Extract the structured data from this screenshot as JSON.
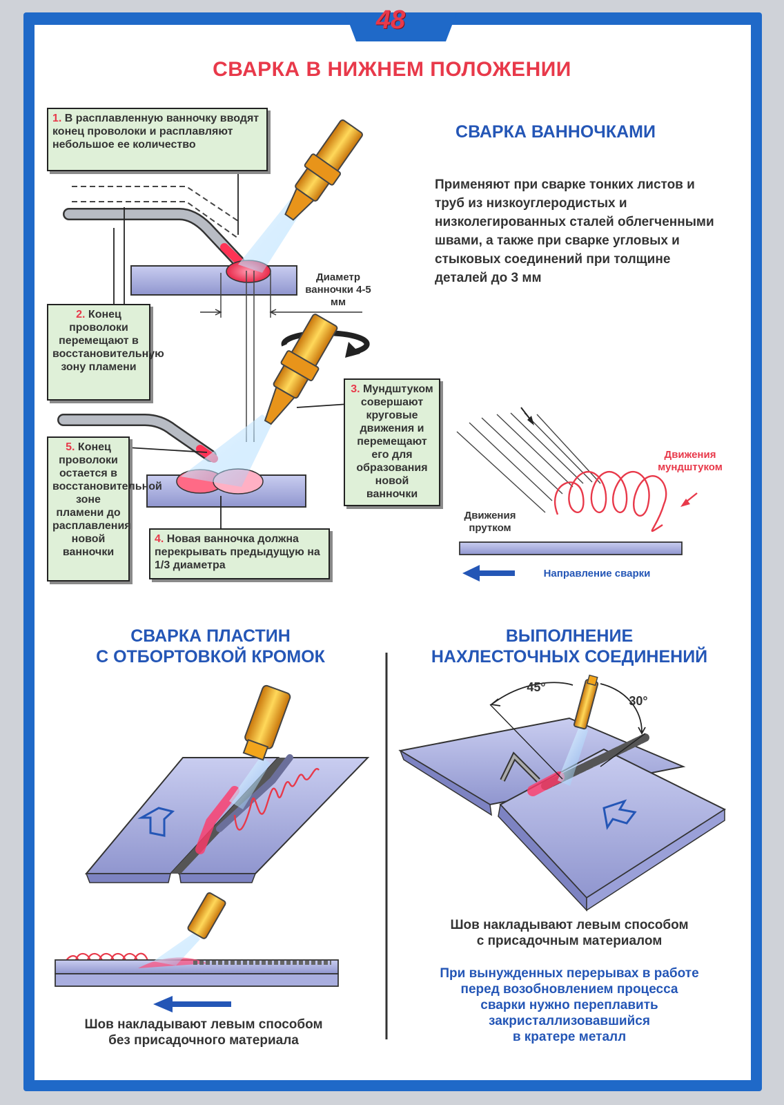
{
  "page_number": "48",
  "title": "СВАРКА В НИЖНЕМ ПОЛОЖЕНИИ",
  "section_pool": {
    "heading": "СВАРКА ВАННОЧКАМИ",
    "text": "Применяют при сварке тонких листов и труб из низкоуглеродистых и низколегированных сталей облегченными швами, а также при сварке угловых и стыковых соединений при толщине деталей до 3 мм"
  },
  "steps": [
    {
      "num": "1.",
      "text": "В расплавленную ванночку вводят конец проволоки и расплавляют небольшое ее количество"
    },
    {
      "num": "2.",
      "text": "Конец проволоки перемещают в восстановительную зону пламени"
    },
    {
      "num": "3.",
      "text": "Мундштуком совершают круговые движения и перемещают его для образования новой ванночки"
    },
    {
      "num": "4.",
      "text": "Новая ванночка должна перекрывать предыдущую на 1/3 диаметра"
    },
    {
      "num": "5.",
      "text": "Конец проволоки остается в восстановительной зоне пламени до расплавления новой ванночки"
    }
  ],
  "diameter_label": "Диаметр ванночки 4-5 мм",
  "motion": {
    "torch": "Движения мундштуком",
    "rod": "Движения прутком",
    "direction": "Направление сварки"
  },
  "section_flange": {
    "heading_line1": "СВАРКА ПЛАСТИН",
    "heading_line2": "С ОТБОРТОВКОЙ КРОМОК",
    "caption_line1": "Шов накладывают левым способом",
    "caption_line2": "без присадочного материала"
  },
  "section_lap": {
    "heading_line1": "ВЫПОЛНЕНИЕ",
    "heading_line2": "НАХЛЕСТОЧНЫХ СОЕДИНЕНИЙ",
    "angle1": "45°",
    "angle2": "30°",
    "caption_line1": "Шов накладывают левым способом",
    "caption_line2": "с присадочным материалом",
    "note_lines": [
      "При вынужденных перерывах в работе",
      "перед возобновлением процесса",
      "сварки нужно переплавить",
      "закристаллизовавшийся",
      "в кратере металл"
    ]
  },
  "colors": {
    "frame": "#1f69c8",
    "accent_red": "#e8394a",
    "heading_blue": "#2456b6",
    "box_green": "#dff0d8",
    "plate": "#a9aedf",
    "torch": "#f2a51c"
  }
}
